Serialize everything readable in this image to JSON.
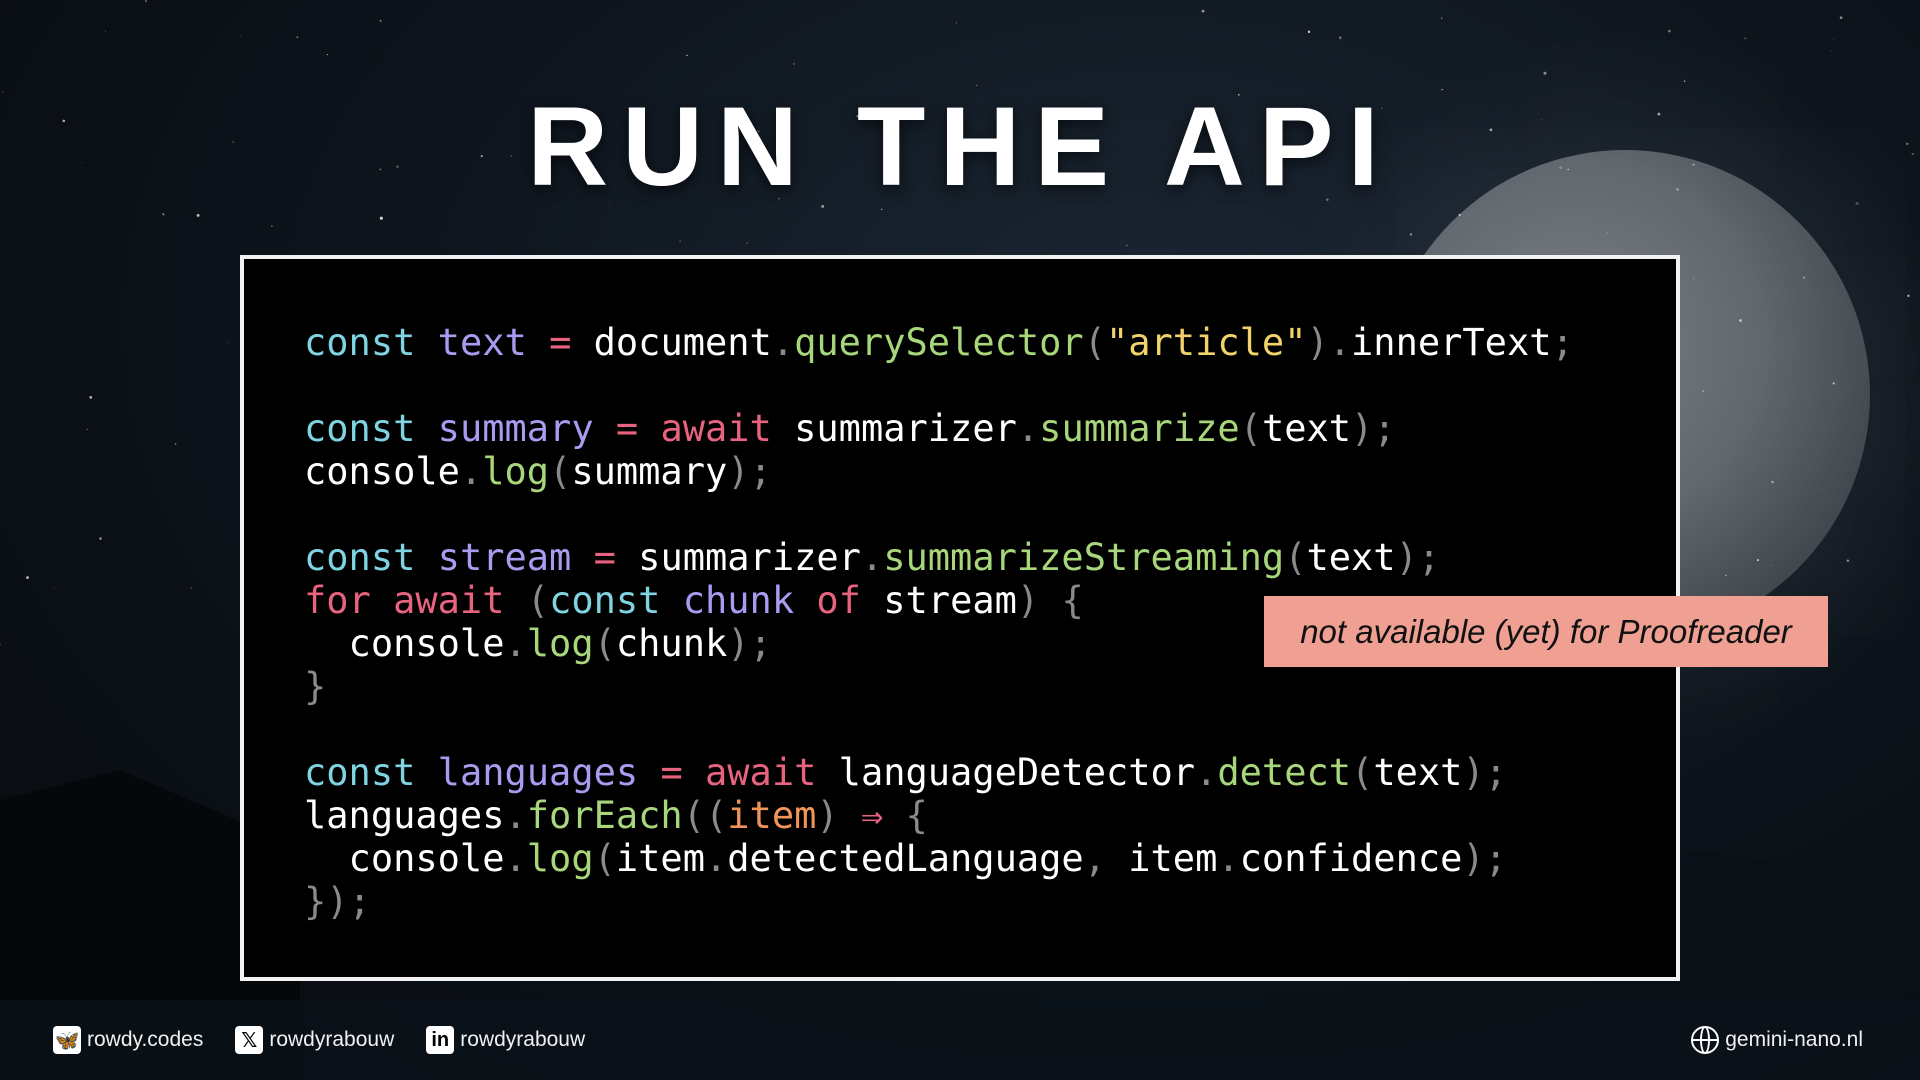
{
  "slide": {
    "title": "RUN THE API"
  },
  "code": {
    "lines": [
      [
        [
          "kw",
          "const"
        ],
        [
          "id",
          " "
        ],
        [
          "var",
          "text"
        ],
        [
          "id",
          " "
        ],
        [
          "op",
          "="
        ],
        [
          "id",
          " document"
        ],
        [
          "p",
          "."
        ],
        [
          "fn",
          "querySelector"
        ],
        [
          "p",
          "("
        ],
        [
          "str",
          "\"article\""
        ],
        [
          "p",
          ")."
        ],
        [
          "id",
          "innerText"
        ],
        [
          "p",
          ";"
        ]
      ],
      [],
      [
        [
          "kw",
          "const"
        ],
        [
          "id",
          " "
        ],
        [
          "var",
          "summary"
        ],
        [
          "id",
          " "
        ],
        [
          "op",
          "="
        ],
        [
          "id",
          " "
        ],
        [
          "op",
          "await"
        ],
        [
          "id",
          " summarizer"
        ],
        [
          "p",
          "."
        ],
        [
          "fn",
          "summarize"
        ],
        [
          "p",
          "("
        ],
        [
          "id",
          "text"
        ],
        [
          "p",
          ");"
        ]
      ],
      [
        [
          "id",
          "console"
        ],
        [
          "p",
          "."
        ],
        [
          "fn",
          "log"
        ],
        [
          "p",
          "("
        ],
        [
          "id",
          "summary"
        ],
        [
          "p",
          ");"
        ]
      ],
      [],
      [
        [
          "kw",
          "const"
        ],
        [
          "id",
          " "
        ],
        [
          "var",
          "stream"
        ],
        [
          "id",
          " "
        ],
        [
          "op",
          "="
        ],
        [
          "id",
          " summarizer"
        ],
        [
          "p",
          "."
        ],
        [
          "fn",
          "summarizeStreaming"
        ],
        [
          "p",
          "("
        ],
        [
          "id",
          "text"
        ],
        [
          "p",
          ");"
        ]
      ],
      [
        [
          "op",
          "for"
        ],
        [
          "id",
          " "
        ],
        [
          "op",
          "await"
        ],
        [
          "id",
          " "
        ],
        [
          "p",
          "("
        ],
        [
          "kw",
          "const"
        ],
        [
          "id",
          " "
        ],
        [
          "var",
          "chunk"
        ],
        [
          "id",
          " "
        ],
        [
          "op",
          "of"
        ],
        [
          "id",
          " stream"
        ],
        [
          "p",
          ")"
        ],
        [
          "id",
          " "
        ],
        [
          "p",
          "{"
        ]
      ],
      [
        [
          "id",
          "  console"
        ],
        [
          "p",
          "."
        ],
        [
          "fn",
          "log"
        ],
        [
          "p",
          "("
        ],
        [
          "id",
          "chunk"
        ],
        [
          "p",
          ");"
        ]
      ],
      [
        [
          "p",
          "}"
        ]
      ],
      [],
      [
        [
          "kw",
          "const"
        ],
        [
          "id",
          " "
        ],
        [
          "var",
          "languages"
        ],
        [
          "id",
          " "
        ],
        [
          "op",
          "="
        ],
        [
          "id",
          " "
        ],
        [
          "op",
          "await"
        ],
        [
          "id",
          " languageDetector"
        ],
        [
          "p",
          "."
        ],
        [
          "fn",
          "detect"
        ],
        [
          "p",
          "("
        ],
        [
          "id",
          "text"
        ],
        [
          "p",
          ");"
        ]
      ],
      [
        [
          "id",
          "languages"
        ],
        [
          "p",
          "."
        ],
        [
          "fn",
          "forEach"
        ],
        [
          "p",
          "(("
        ],
        [
          "param",
          "item"
        ],
        [
          "p",
          ")"
        ],
        [
          "id",
          " "
        ],
        [
          "op",
          "⇒"
        ],
        [
          "id",
          " "
        ],
        [
          "p",
          "{"
        ]
      ],
      [
        [
          "id",
          "  console"
        ],
        [
          "p",
          "."
        ],
        [
          "fn",
          "log"
        ],
        [
          "p",
          "("
        ],
        [
          "id",
          "item"
        ],
        [
          "p",
          "."
        ],
        [
          "id",
          "detectedLanguage"
        ],
        [
          "p",
          ","
        ],
        [
          "id",
          " item"
        ],
        [
          "p",
          "."
        ],
        [
          "id",
          "confidence"
        ],
        [
          "p",
          ");"
        ]
      ],
      [
        [
          "p",
          "});"
        ]
      ]
    ]
  },
  "note": {
    "text": "not available (yet) for Proofreader",
    "color": "#f0a093"
  },
  "footer": {
    "bluesky": "rowdy.codes",
    "x": "rowdyrabouw",
    "linkedin": "rowdyrabouw",
    "website": "gemini-nano.nl"
  }
}
